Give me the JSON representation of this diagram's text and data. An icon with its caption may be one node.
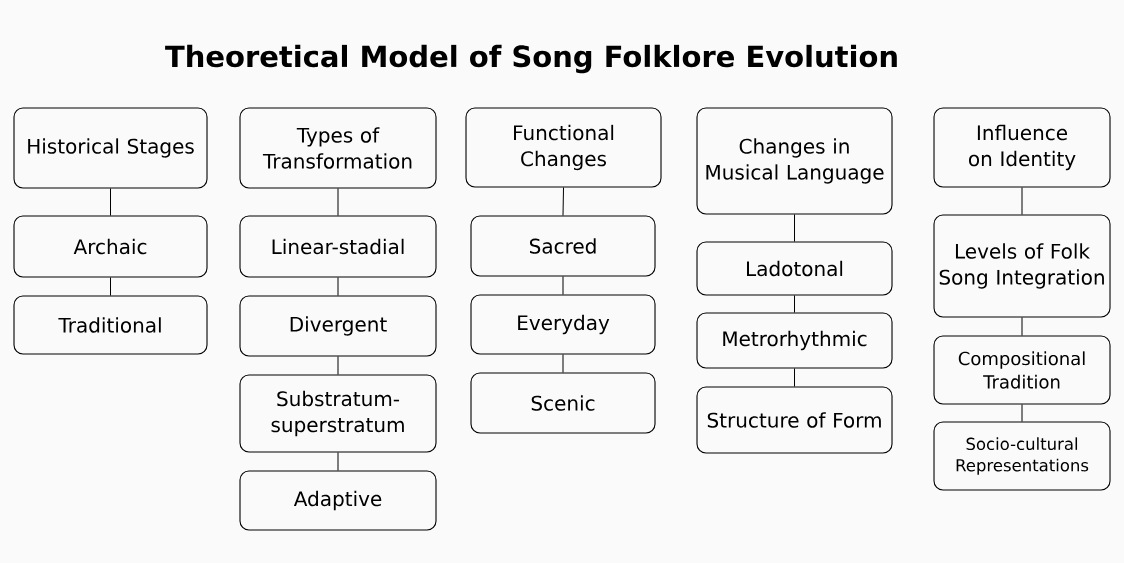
{
  "diagram": {
    "title": "Theoretical Model of Song Folklore Evolution",
    "nodes": [
      {
        "text": [
          "Historical Stages"
        ]
      },
      {
        "text": [
          "Archaic"
        ]
      },
      {
        "text": [
          "Traditional"
        ]
      },
      {
        "text": [
          "Types of Transformation"
        ]
      },
      {
        "text": [
          "Linear-stadial"
        ]
      },
      {
        "text": [
          "Divergent"
        ]
      },
      {
        "text": [
          "Substratum-superstratum"
        ]
      },
      {
        "text": [
          "Adaptive"
        ]
      },
      {
        "text": [
          "Functional Changes"
        ]
      },
      {
        "text": [
          "Sacred"
        ]
      },
      {
        "text": [
          "Everyday"
        ]
      },
      {
        "text": [
          "Scenic"
        ]
      },
      {
        "text": [
          "Changes in Musical Language"
        ]
      },
      {
        "text": [
          "Ladotonal"
        ]
      },
      {
        "text": [
          "Metrorhythmic"
        ]
      },
      {
        "text": [
          "Structure of Form"
        ]
      },
      {
        "text": [
          "Influence on Identity"
        ]
      },
      {
        "text": [
          "Levels of Folk Song Integration"
        ]
      },
      {
        "text": [
          "Compositional Tradition"
        ]
      },
      {
        "text": [
          "Socio-cultural Representations"
        ]
      }
    ],
    "edges": [
      {
        "from": 0,
        "to": 1,
        "arrow": "none"
      },
      {
        "from": 1,
        "to": 2,
        "arrow": "none"
      },
      {
        "from": 3,
        "to": 4,
        "arrow": "none"
      },
      {
        "from": 4,
        "to": 5,
        "arrow": "none"
      },
      {
        "from": 5,
        "to": 6,
        "arrow": "none"
      },
      {
        "from": 6,
        "to": 7,
        "arrow": "none"
      },
      {
        "from": 8,
        "to": 9,
        "arrow": "none"
      },
      {
        "from": 9,
        "to": 10,
        "arrow": "none"
      },
      {
        "from": 10,
        "to": 11,
        "arrow": "none"
      },
      {
        "from": 12,
        "to": 13,
        "arrow": "none"
      },
      {
        "from": 13,
        "to": 14,
        "arrow": "none"
      },
      {
        "from": 14,
        "to": 15,
        "arrow": "none"
      },
      {
        "from": 16,
        "to": 17,
        "arrow": "none"
      },
      {
        "from": 17,
        "to": 18,
        "arrow": "none"
      },
      {
        "from": 18,
        "to": 19,
        "arrow": "none"
      }
    ]
  }
}
